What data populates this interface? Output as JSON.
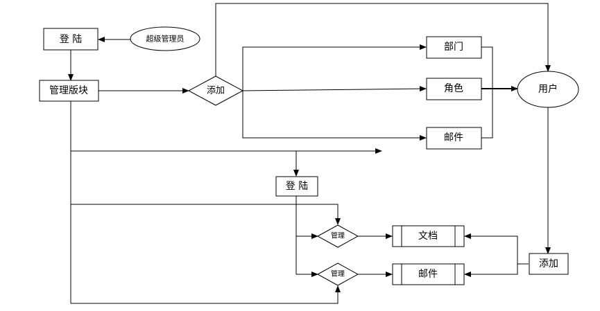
{
  "nodes": {
    "login_top": "登 陆",
    "super_admin": "超级管理员",
    "admin_block": "管理版块",
    "add_diamond": "添加",
    "department": "部门",
    "role": "角色",
    "mail_top": "邮件",
    "user": "用户",
    "login_mid": "登 陆",
    "manage_1": "管理",
    "manage_2": "管理",
    "document": "文档",
    "mail_bottom": "邮件",
    "add_right": "添加"
  }
}
